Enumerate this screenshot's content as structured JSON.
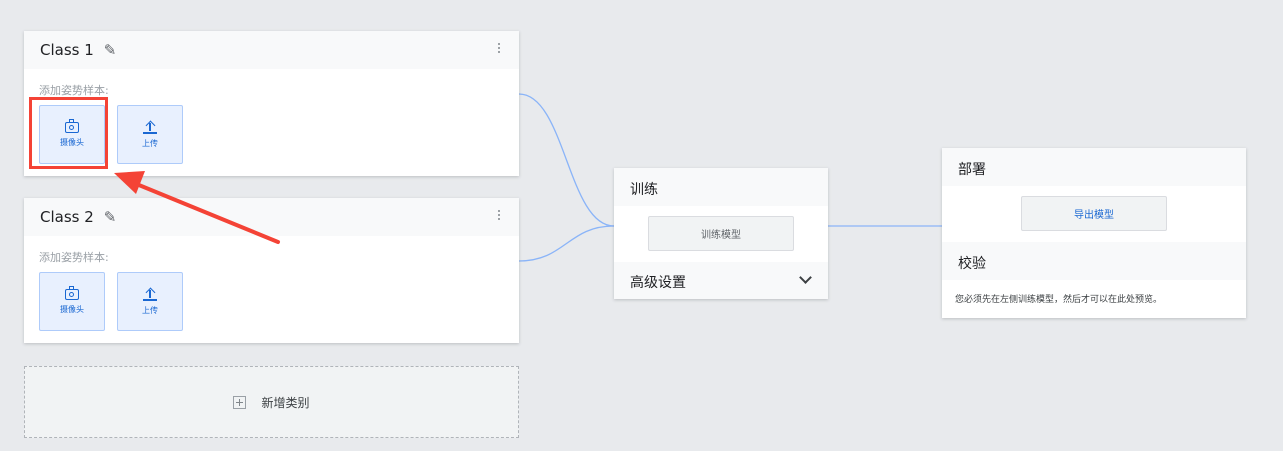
{
  "classes": [
    {
      "title": "Class 1",
      "sample_label": "添加姿势样本:",
      "webcam_label": "摄像头",
      "upload_label": "上传"
    },
    {
      "title": "Class 2",
      "sample_label": "添加姿势样本:",
      "webcam_label": "摄像头",
      "upload_label": "上传"
    }
  ],
  "add_class": {
    "label": "新增类别"
  },
  "training": {
    "title": "训练",
    "train_button": "训练模型",
    "advanced_label": "高级设置"
  },
  "deploy": {
    "title": "部署",
    "export_button": "导出模型"
  },
  "preview": {
    "title": "校验",
    "message": "您必须先在左侧训练模型，然后才可以在此处预览。"
  },
  "colors": {
    "accent": "#1967d2",
    "highlight": "#f44336",
    "connector": "#8ab4f8",
    "background": "#e8eaed"
  },
  "icons": [
    "edit-pencil-icon",
    "more-vert-icon",
    "camera-icon",
    "upload-icon",
    "add-box-icon",
    "chevron-down-icon",
    "annotation-arrow"
  ]
}
